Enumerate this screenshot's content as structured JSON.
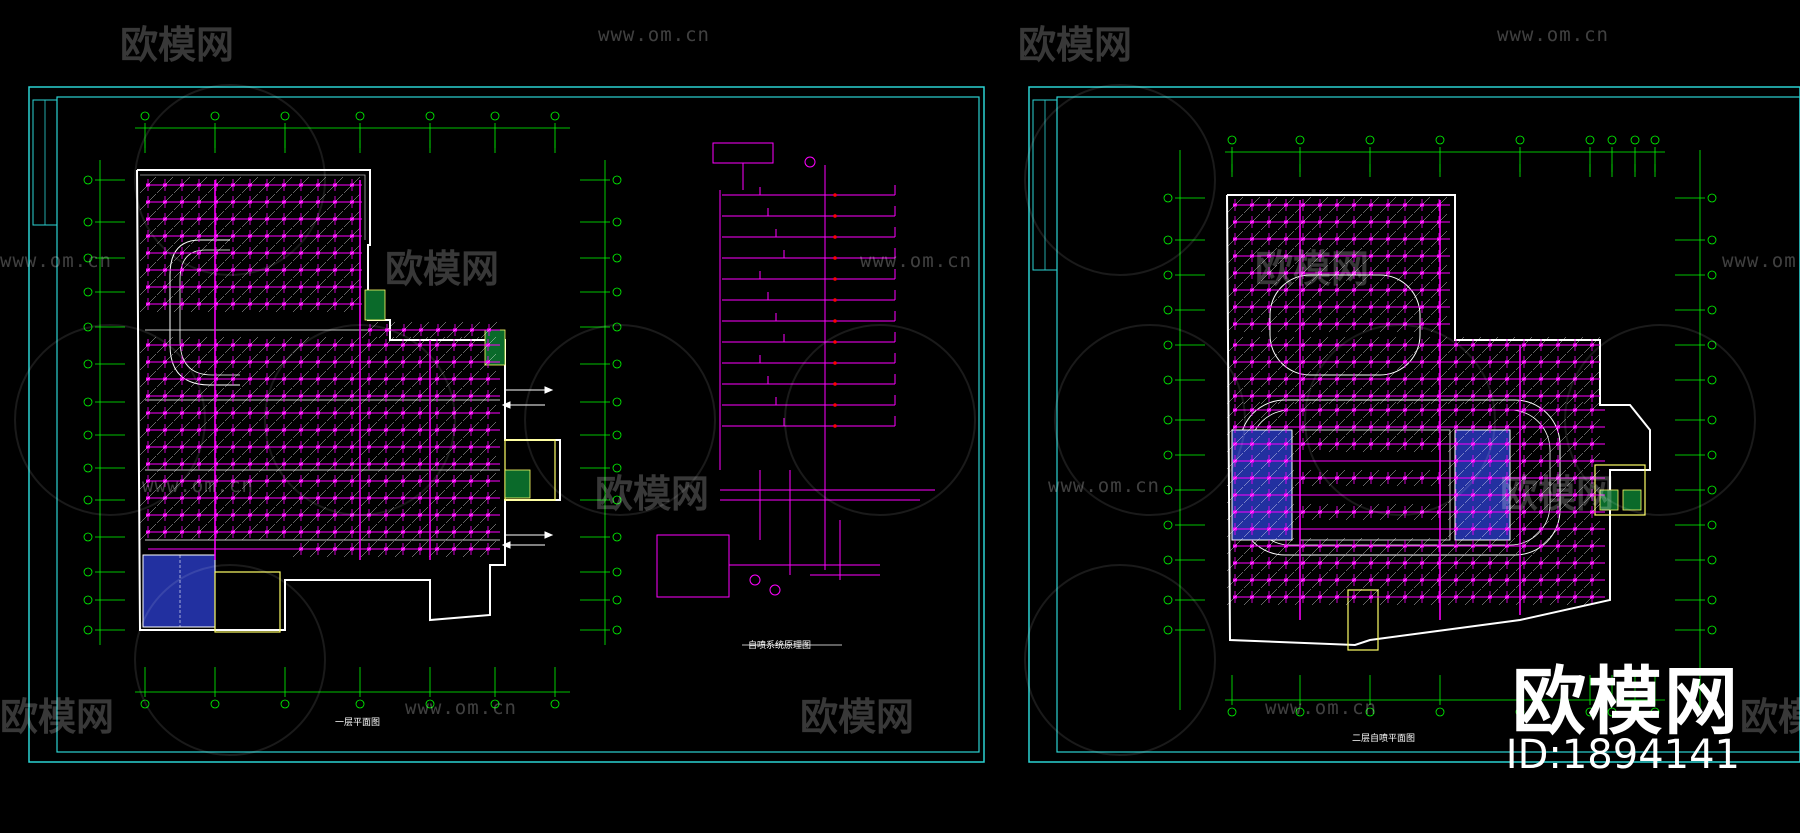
{
  "watermark": {
    "brand_text": "欧模网",
    "url": "www.om.cn"
  },
  "brand": {
    "name": "欧模网",
    "id": "ID:1894141"
  },
  "drawings": {
    "sheet1_plan_title": "一层平面图",
    "sheet1_system_title": "自喷系统原理图",
    "sheet2_plan_title": "二层自喷平面图"
  },
  "colors": {
    "background": "#000000",
    "frame": "#2bd3d3",
    "grid": "#00ff00",
    "sprinkler": "#ff00ff",
    "walls": "#ffffff",
    "hatch_blue": "#3b4bff",
    "stairs": "#ffff66"
  }
}
